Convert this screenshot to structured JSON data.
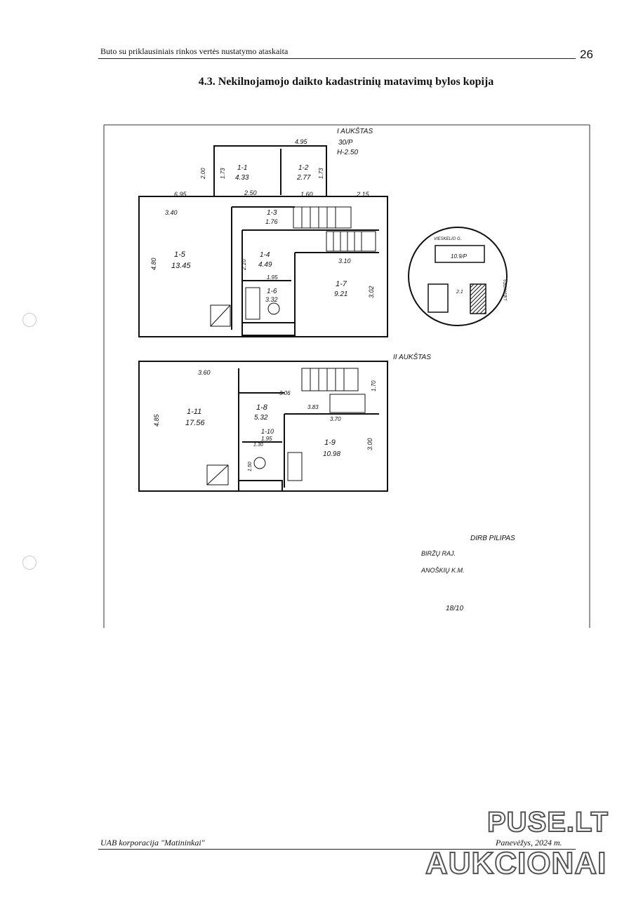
{
  "header": {
    "title": "Buto su priklausiniais rinkos vertės nustatymo ataskaita",
    "page_number": "26"
  },
  "section_title": "4.3. Nekilnojamojo daikto kadastrinių matavimų bylos kopija",
  "plan": {
    "floor1_label": "I AUKŠTAS",
    "floor1_notes": [
      "30/P",
      "H-2.50"
    ],
    "floor2_label": "II AUKŠTAS",
    "rooms": [
      {
        "id": "1-1",
        "area": "4.33"
      },
      {
        "id": "1-2",
        "area": "2.77"
      },
      {
        "id": "1-3",
        "area": "1.76"
      },
      {
        "id": "1-4",
        "area": "4.49"
      },
      {
        "id": "1-5",
        "area": "13.45"
      },
      {
        "id": "1-6",
        "area": "3.32"
      },
      {
        "id": "1-7",
        "area": "9.21"
      },
      {
        "id": "1-8",
        "area": "5.32"
      },
      {
        "id": "1-9",
        "area": "10.98"
      },
      {
        "id": "1-10",
        "area": "1.95"
      },
      {
        "id": "1-11",
        "area": "17.56"
      }
    ],
    "dimensions": [
      "4.95",
      "2.00",
      "1.73",
      "1.73",
      "6.95",
      "2.50",
      "1.60",
      "2.15",
      "3.40",
      "4.80",
      "2.10",
      "1.95",
      "3.10",
      "3.02",
      "3.60",
      "4.85",
      "3.06",
      "1.70",
      "3.83",
      "3.70",
      "3.00",
      "1.30",
      "1.50"
    ],
    "site_plan": {
      "street": "VIESKELIO G.",
      "side_street": "LIEPAITĖS",
      "building_label": "10.9/P",
      "shed_label": "2.1"
    },
    "stamp_lines": [
      "DIRB PILIPAS",
      "BIRŽŲ RAJ.",
      "ANOŠKIŲ K.M.",
      "18/10"
    ]
  },
  "footer": {
    "left": "UAB korporacija \"Matininkai\"",
    "right": "Panevėžys, 2024 m."
  },
  "watermark": {
    "line1": "PUSE.LT",
    "line2": "AUKCIONAI"
  }
}
